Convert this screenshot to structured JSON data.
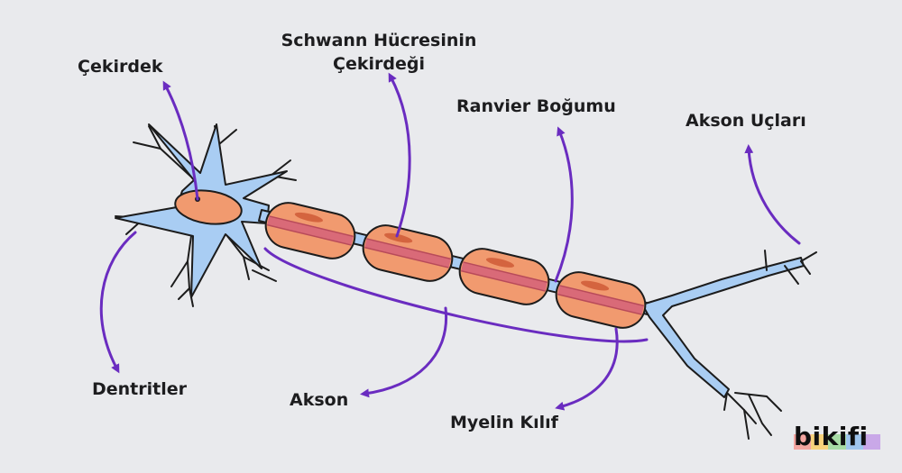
{
  "labels": {
    "cekirdek": "Çekirdek",
    "schwann_line1": "Schwann Hücresinin",
    "schwann_line2": "Çekirdeği",
    "ranvier": "Ranvier Boğumu",
    "akson_uclari": "Akson Uçları",
    "dentritler": "Dentritler",
    "akson": "Akson",
    "myelin": "Myelin Kılıf"
  },
  "logo": {
    "text": "bikifi",
    "stripe_colors": [
      "#f3a5a0",
      "#f7d27b",
      "#a7dba5",
      "#9fc5ee",
      "#c9a8e8"
    ]
  },
  "colors": {
    "background": "#e9eaed",
    "neuron_fill": "#a9cdf3",
    "outline": "#1c1c1c",
    "myelin_fill": "#f19a6f",
    "axon_core": "#d96a78",
    "arrow": "#6a2cc0",
    "text": "#1d1d1f"
  }
}
